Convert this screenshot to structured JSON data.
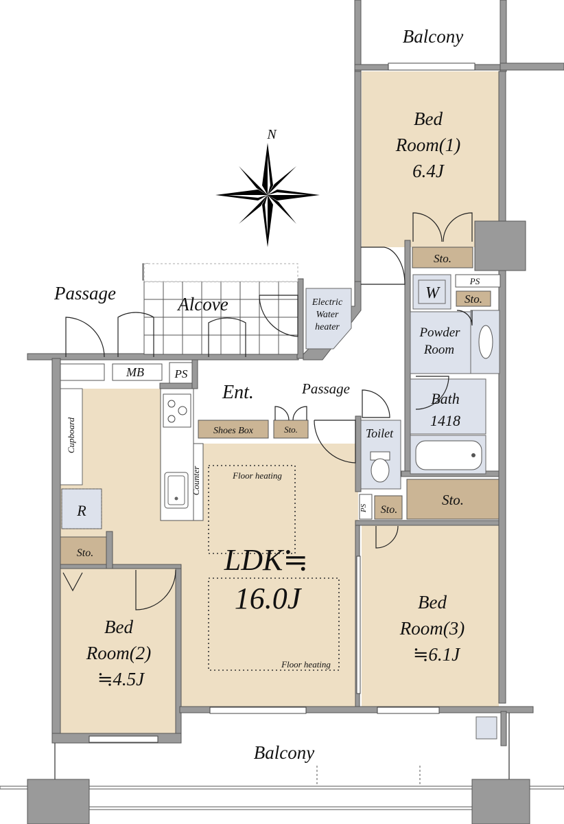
{
  "labels": {
    "balcony_top": "Balcony",
    "bedroom1_line1": "Bed",
    "bedroom1_line2": "Room(1)",
    "bedroom1_area": "6.4J",
    "north": "N",
    "passage_left": "Passage",
    "alcove": "Alcove",
    "electric_line1": "Electric",
    "electric_line2": "Water",
    "electric_line3": "heater",
    "sto_bed1": "Sto.",
    "ps_top": "PS",
    "washer": "W",
    "sto_powder": "Sto.",
    "powder_line1": "Powder",
    "powder_line2": "Room",
    "mb": "MB",
    "ps_ent": "PS",
    "ent": "Ent.",
    "passage_center": "Passage",
    "bath_line1": "Bath",
    "bath_line2": "1418",
    "shoes_box": "Shoes Box",
    "sto_ent": "Sto.",
    "toilet": "Toilet",
    "cupboard": "Cupboard",
    "floor_heating_1": "Floor heating",
    "counter": "Counter",
    "refrigerator": "R",
    "ps_toilet": "PS",
    "sto_toilet": "Sto.",
    "sto_bed3": "Sto.",
    "sto_bed2": "Sto.",
    "ldk_line1": "LDK≒",
    "ldk_line2": "16.0J",
    "bedroom3_line1": "Bed",
    "bedroom3_line2": "Room(3)",
    "bedroom3_area": "≒6.1J",
    "bedroom2_line1": "Bed",
    "bedroom2_line2": "Room(2)",
    "bedroom2_area": "≒4.5J",
    "floor_heating_2": "Floor heating",
    "balcony_bottom": "Balcony"
  },
  "colors": {
    "room_fill": "#eedfc4",
    "storage_fill": "#cbb595",
    "wet_area_fill": "#dde2ec",
    "wall_fill": "#9a9a9a",
    "background": "#ffffff"
  },
  "icons": [
    "compass-rose-icon",
    "stove-icon",
    "sink-icon",
    "toilet-icon",
    "bathtub-icon",
    "washbasin-icon",
    "washer-pan-icon"
  ]
}
